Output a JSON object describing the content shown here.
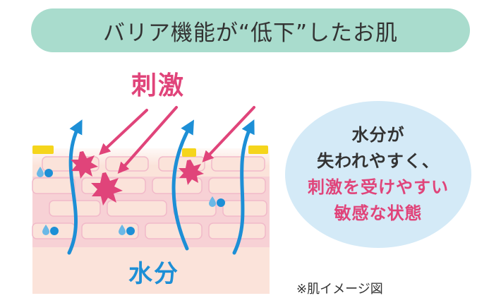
{
  "title": "バリア機能が“低下”したお肌",
  "stimulus_label": "刺激",
  "water_label": "水分",
  "info_lines": [
    {
      "text": "水分が",
      "tone": "dark"
    },
    {
      "text": "失われやすく、",
      "tone": "dark"
    },
    {
      "text": "刺激を受けやすい",
      "tone": "pink"
    },
    {
      "text": "敏感な状態",
      "tone": "pink"
    }
  ],
  "note": "※肌イメージ図",
  "colors": {
    "title_bg": "#a9dccd",
    "stimulus": "#e0447a",
    "water": "#1d8fd6",
    "circle_bg": "#d4eaf7",
    "skin_fill": "#fbe3da",
    "skin_gap": "#f4c3d2",
    "sebum": "#f5d51c"
  },
  "icons": [
    "stimulus-star-icon",
    "water-drop-icon",
    "arrow-up-icon",
    "arrow-down-left-icon"
  ]
}
